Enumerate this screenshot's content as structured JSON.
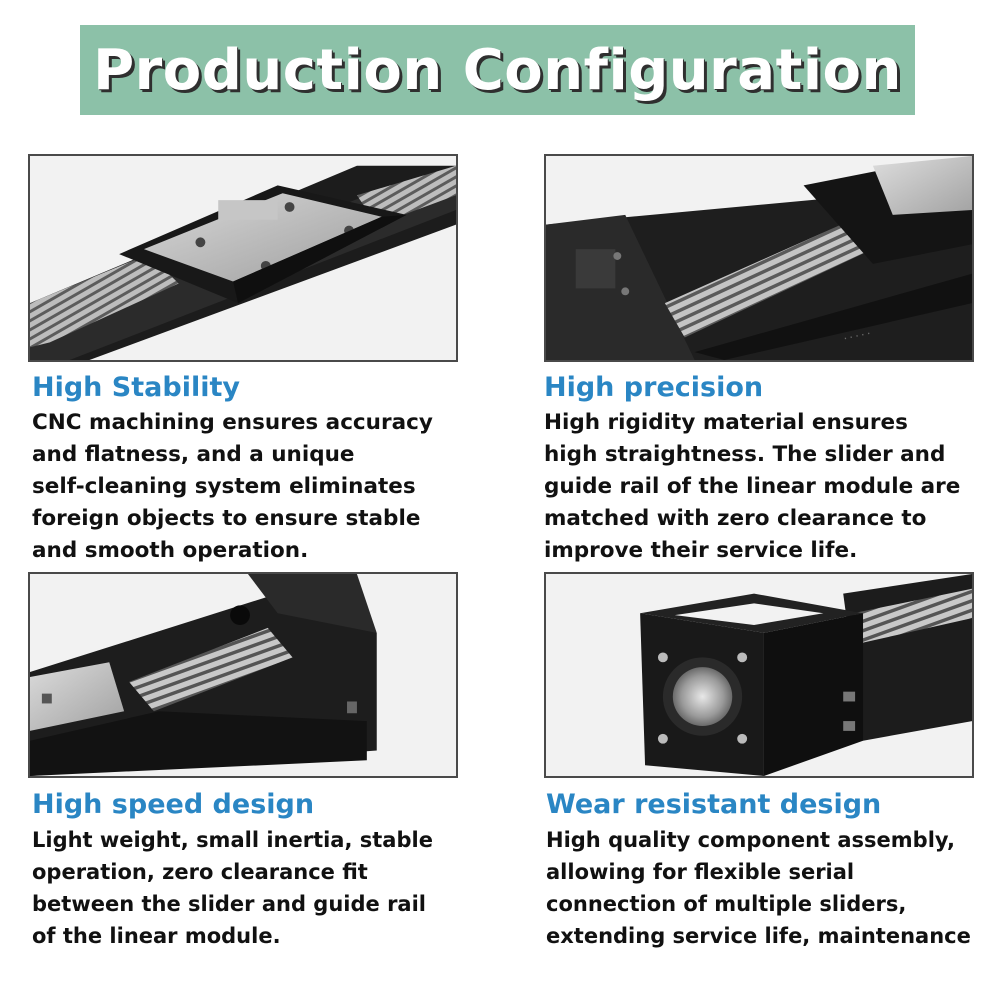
{
  "banner": {
    "title": "Production Configuration",
    "color": "#8cc1a8"
  },
  "accent_color": "#2a86c4",
  "features": [
    {
      "title": "High Stability",
      "lines": [
        "CNC machining ensures accuracy",
        "and flatness, and a unique",
        "self-cleaning system eliminates",
        "foreign objects to ensure stable",
        "and smooth operation."
      ]
    },
    {
      "title": "High precision",
      "lines": [
        "High rigidity material ensures",
        "high straightness. The slider and",
        "guide rail of the linear module are",
        "matched with zero clearance to",
        "improve their service life."
      ]
    },
    {
      "title": "High speed design",
      "lines": [
        "Light weight, small inertia, stable",
        "operation, zero clearance fit",
        "between the slider and guide rail",
        "of the linear module."
      ]
    },
    {
      "title": "Wear resistant design",
      "lines": [
        "High quality component assembly,",
        "allowing for flexible serial",
        "connection of multiple sliders,",
        "extending service life, maintenance"
      ]
    }
  ]
}
